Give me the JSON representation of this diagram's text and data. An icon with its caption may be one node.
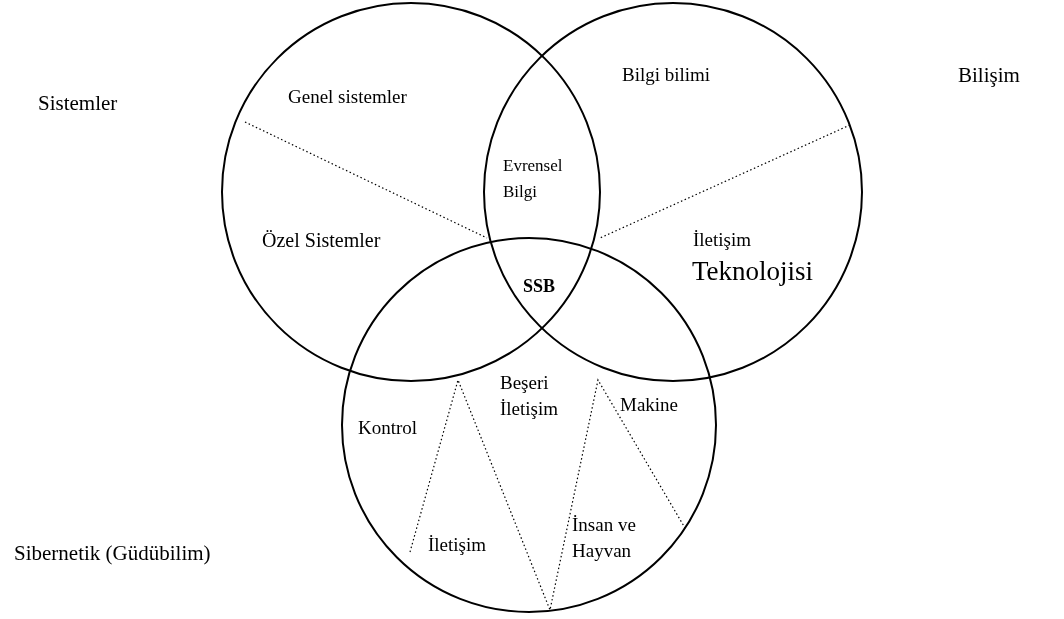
{
  "diagram": {
    "nodes": [
      {
        "text": [
          "Genel sistemler",
          "Özel Sistemler"
        ]
      },
      {
        "text": [
          "Bilgi bilimi",
          "İletişim",
          "Teknolojisi"
        ]
      },
      {
        "text": [
          "Kontrol",
          "Beşeri İletişim",
          "Makine",
          "İletişim",
          "İnsan ve Hayvan"
        ]
      }
    ],
    "edges": [],
    "labels": [
      "Sistemler",
      "Bilişim",
      "Evrensel Bilgi",
      "SSB",
      "Sibernetik (Güdübilim)"
    ]
  }
}
